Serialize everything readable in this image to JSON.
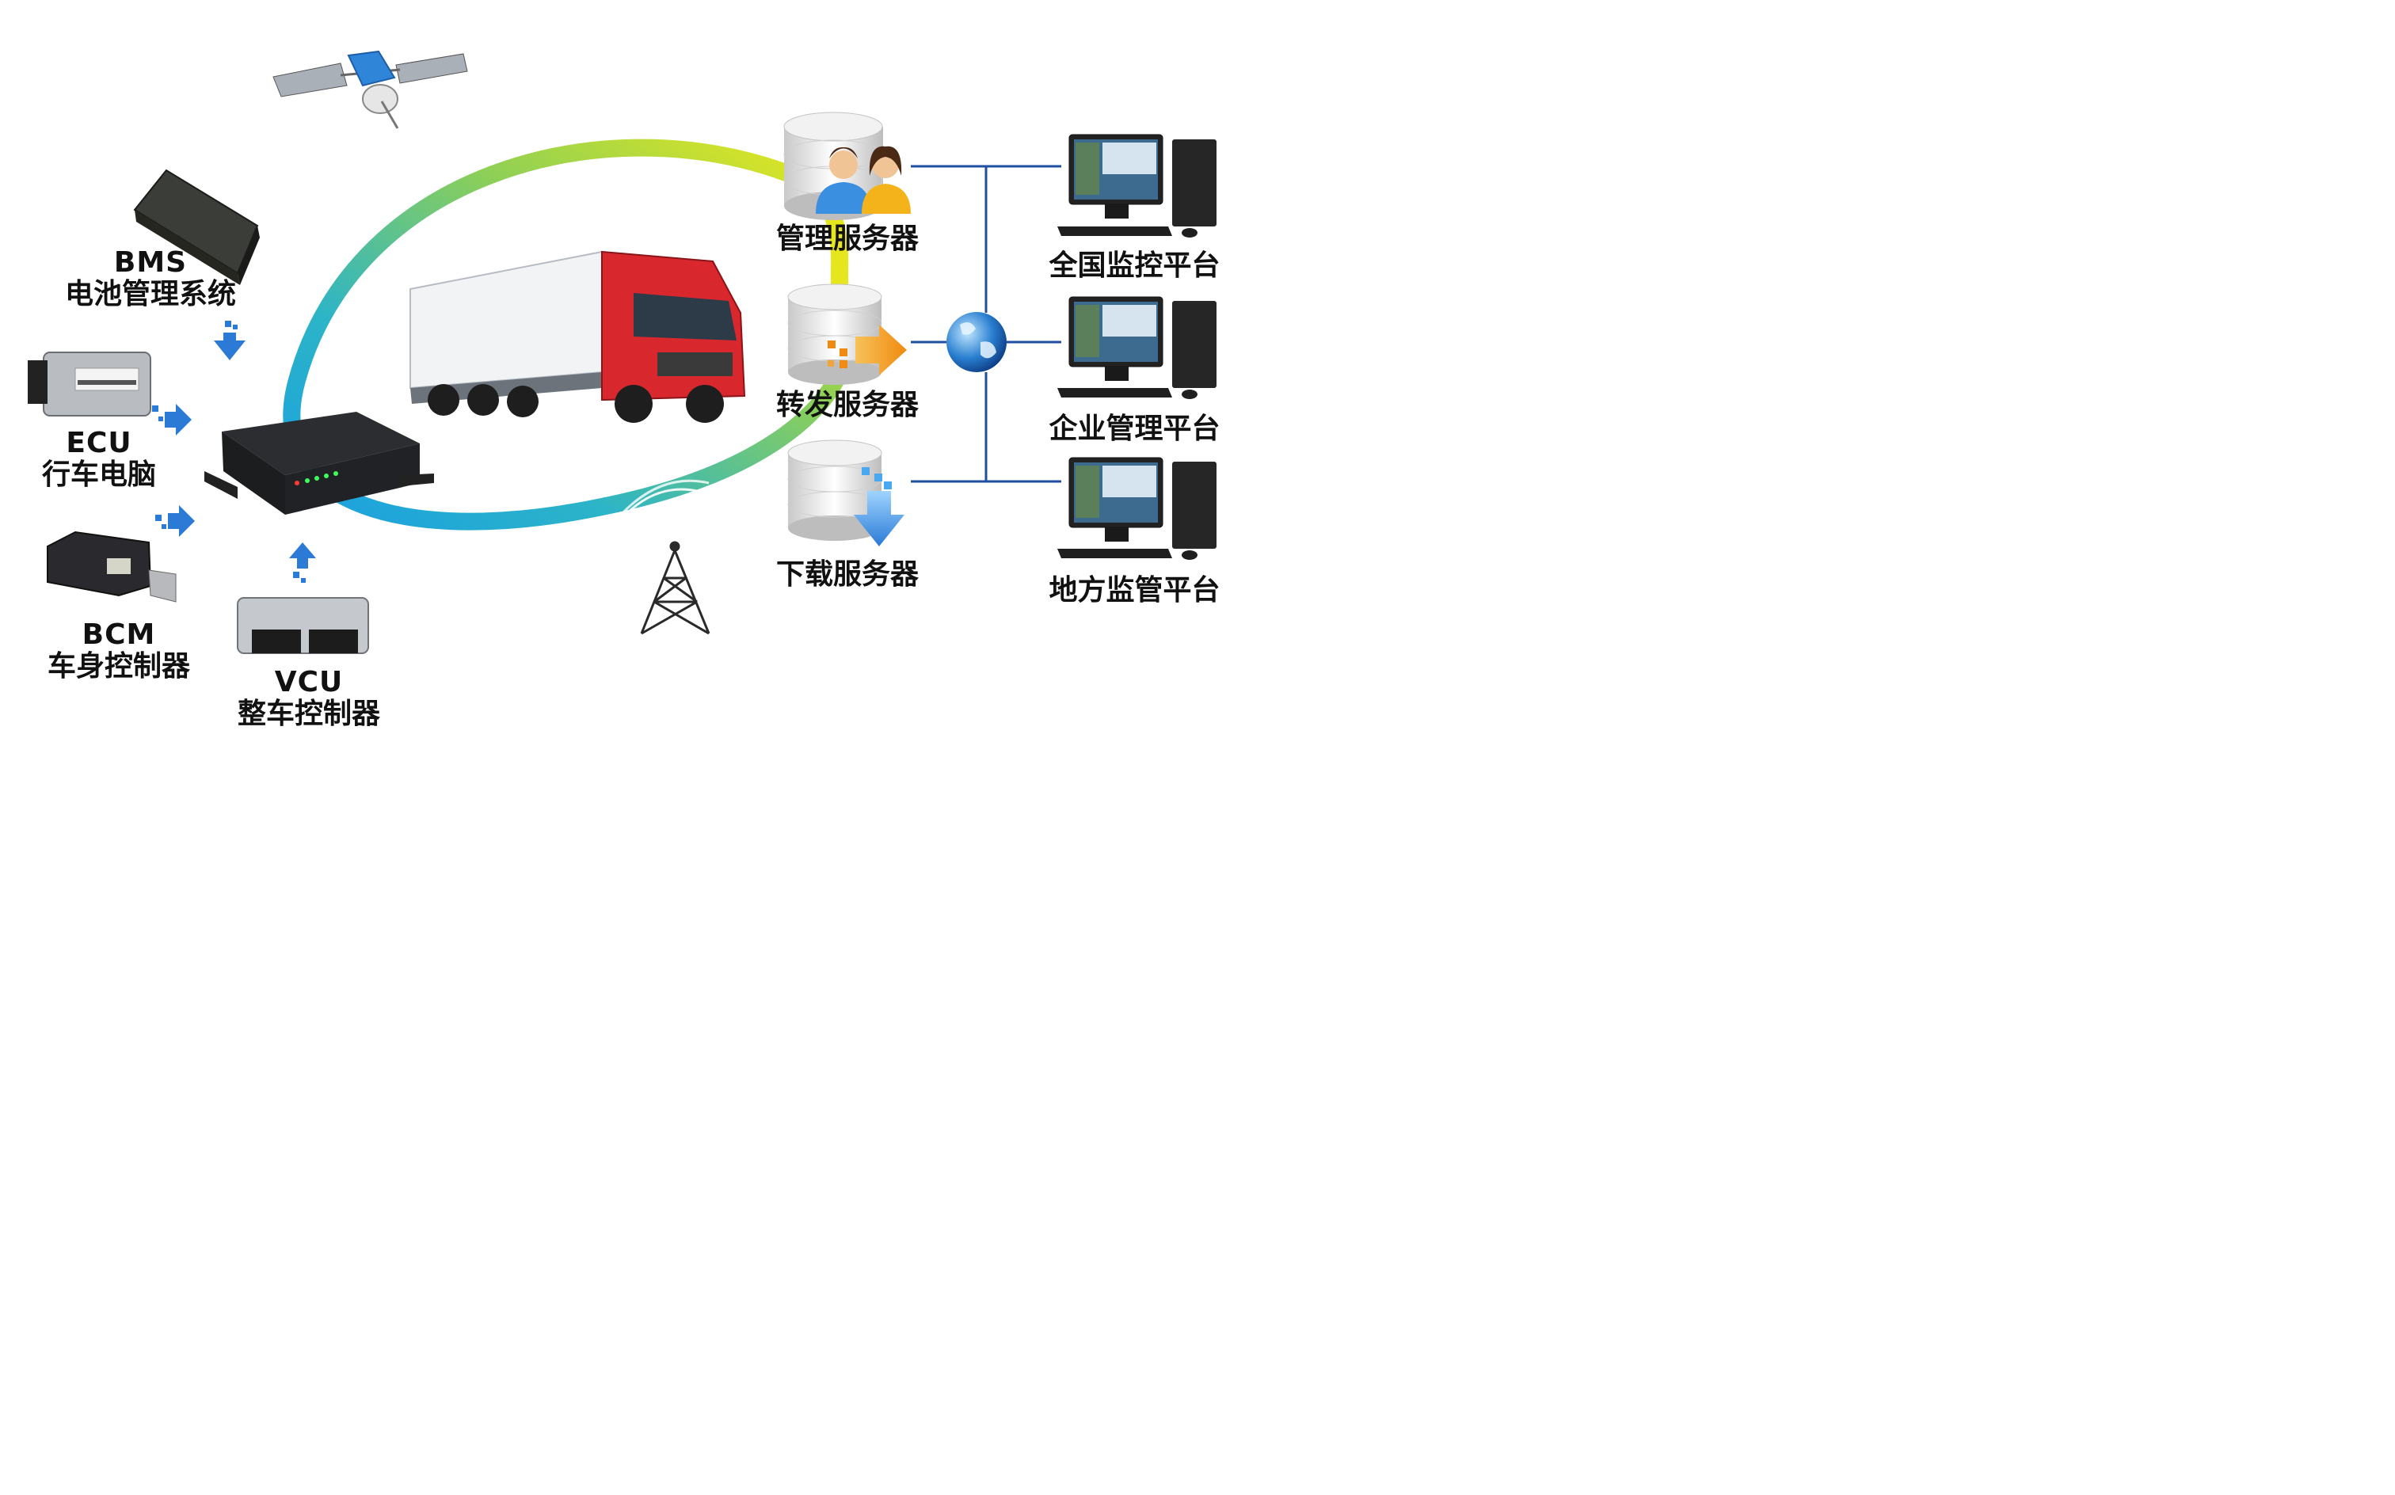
{
  "devices": {
    "bms": {
      "code": "BMS",
      "name": "电池管理系统"
    },
    "ecu": {
      "code": "ECU",
      "name": "行车电脑"
    },
    "bcm": {
      "code": "BCM",
      "name": "车身控制器"
    },
    "vcu": {
      "code": "VCU",
      "name": "整车控制器"
    }
  },
  "servers": {
    "management": "管理服务器",
    "forwarding": "转发服务器",
    "download": "下载服务器"
  },
  "platforms": {
    "national": "全国监控平台",
    "enterprise": "企业管理平台",
    "local": "地方监管平台"
  },
  "colors": {
    "link_line": "#1f4fa0",
    "arc_yellow": "#e6e61e",
    "arc_green": "#6cc26a",
    "arc_blue": "#1aa3e0",
    "truck_red": "#d8282e",
    "arrow_orange": "#f39a1e",
    "arrow_blue": "#2a7ad6"
  }
}
